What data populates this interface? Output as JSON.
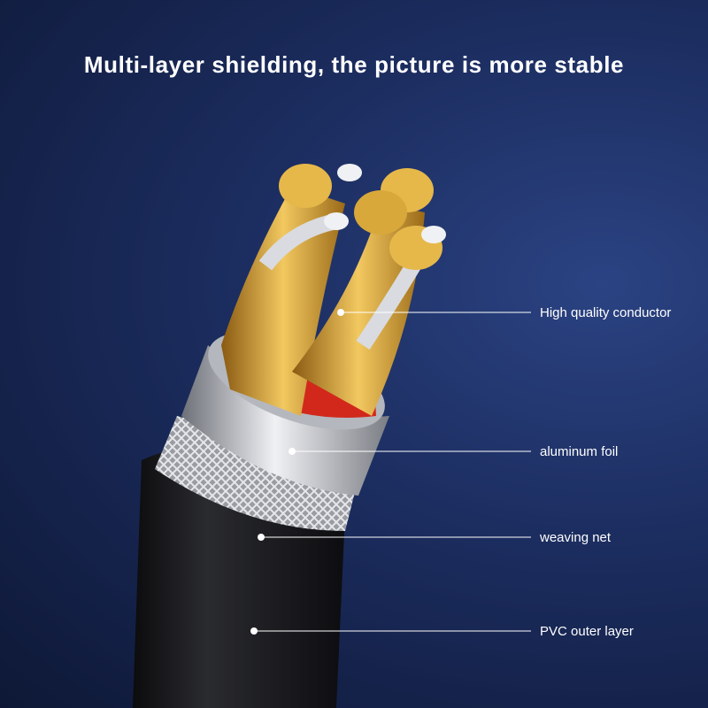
{
  "title": "Multi-layer shielding, the picture is more stable",
  "callouts": [
    {
      "label": "High quality conductor"
    },
    {
      "label": "aluminum foil"
    },
    {
      "label": "weaving net"
    },
    {
      "label": "PVC outer layer"
    }
  ],
  "colors": {
    "background": "#1b2c5e",
    "copper": "#d8a93a",
    "foil": "#c9ccd2",
    "jacket": "#1a1a1c",
    "wire_red": "#d2281c",
    "wire_green": "#2f9a2a"
  }
}
